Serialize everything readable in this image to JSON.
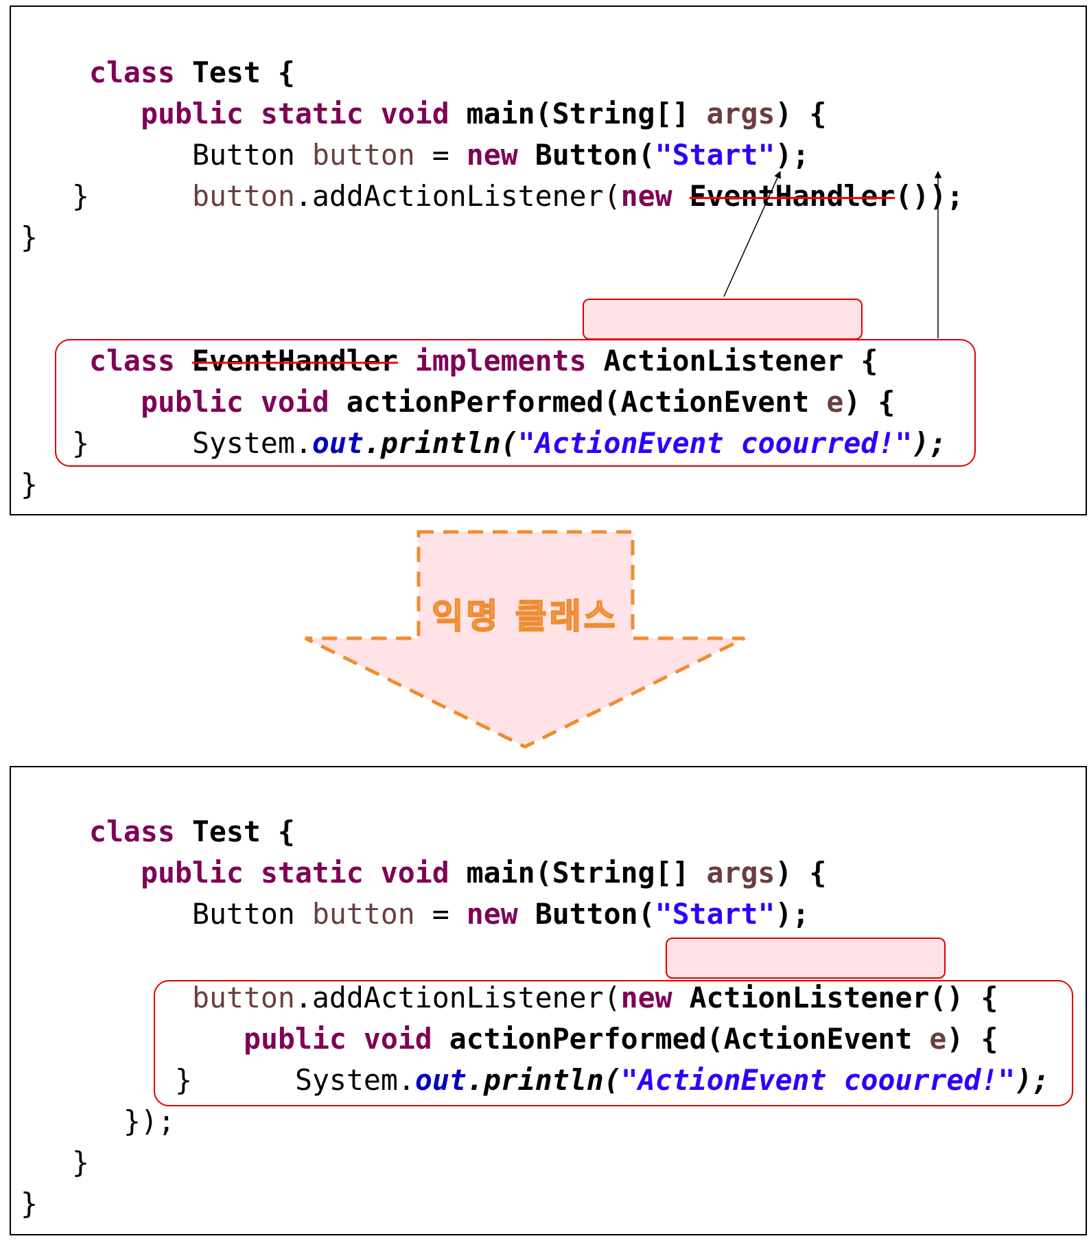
{
  "top": {
    "l1": {
      "kw": "class",
      "name": " Test {"
    },
    "l2": {
      "kw": "public static void",
      "sig": " main(String[] ",
      "arg": "args",
      "end": ") {"
    },
    "l3": {
      "type": "Button ",
      "var": "button",
      "eq": " = ",
      "kw": "new",
      "cls": " Button(",
      "str": "\"Start\"",
      "end": ");"
    },
    "l4": {
      "var": "button",
      "call": ".addActionListener(",
      "kw": "new",
      "sp": " ",
      "cls": "EventHandler",
      "end": "());"
    },
    "l5": "}",
    "l6": "}",
    "l7": {
      "kw": "class",
      "sp": " ",
      "cls": "EventHandler",
      "kw2": " implements ",
      "iface": "ActionListener",
      "end": " {"
    },
    "l8": {
      "kw": "public void",
      "sig": " actionPerformed(ActionEvent ",
      "arg": "e",
      "end": ") {"
    },
    "l9": {
      "obj": "System.",
      "fld": "out",
      "call": ".println(",
      "str": "\"ActionEvent coourred!\"",
      "end": ");"
    },
    "l10": "}",
    "l11": "}"
  },
  "arrow": {
    "label": "익명 클래스",
    "fill": "#ffe3e6",
    "stroke": "#f08c30"
  },
  "bottom": {
    "l1": {
      "kw": "class",
      "name": " Test {"
    },
    "l2": {
      "kw": "public static void",
      "sig": " main(String[] ",
      "arg": "args",
      "end": ") {"
    },
    "l3": {
      "type": "Button ",
      "var": "button",
      "eq": " = ",
      "kw": "new",
      "cls": " Button(",
      "str": "\"Start\"",
      "end": ");"
    },
    "l4": {
      "var": "button",
      "call": ".addActionListener(",
      "kw": "new",
      "sp": " ",
      "iface": "ActionListener",
      "end": "() {"
    },
    "l5": {
      "kw": "public void",
      "sig": " actionPerformed(ActionEvent ",
      "arg": "e",
      "end": ") {"
    },
    "l6": {
      "obj": "System.",
      "fld": "out",
      "call": ".println(",
      "str": "\"ActionEvent coourred!\"",
      "end": ");"
    },
    "l7": "}",
    "l8": "});",
    "l9": "}",
    "l10": "}"
  },
  "colors": {
    "keyword": "#7f0055",
    "variable": "#6a3e3e",
    "string": "#2a00ff",
    "field": "#0000c0",
    "highlight": "#e00000"
  }
}
